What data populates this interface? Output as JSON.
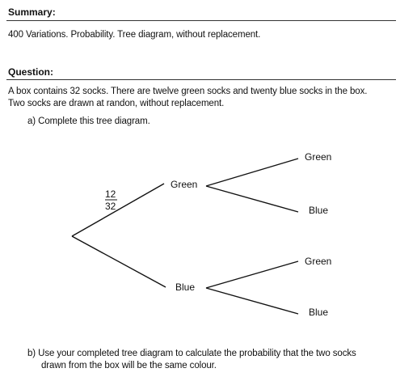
{
  "summary": {
    "heading": "Summary:",
    "text": "400 Variations. Probability. Tree diagram, without replacement."
  },
  "question": {
    "heading": "Question:",
    "line1": "A box contains 32 socks. There are twelve green socks and twenty blue socks in the box.",
    "line2": "Two socks are drawn at randon, without replacement.",
    "part_a": "a)  Complete this tree diagram.",
    "part_b_line1": "b)  Use your completed tree diagram to calculate the probability that the two socks",
    "part_b_line2": "drawn from the box will be the same colour."
  },
  "tree": {
    "first_green": "Green",
    "first_blue": "Blue",
    "second_green_green": "Green",
    "second_green_blue": "Blue",
    "second_blue_green": "Green",
    "second_blue_blue": "Blue",
    "prob_green_num": "12",
    "prob_green_den": "32"
  }
}
